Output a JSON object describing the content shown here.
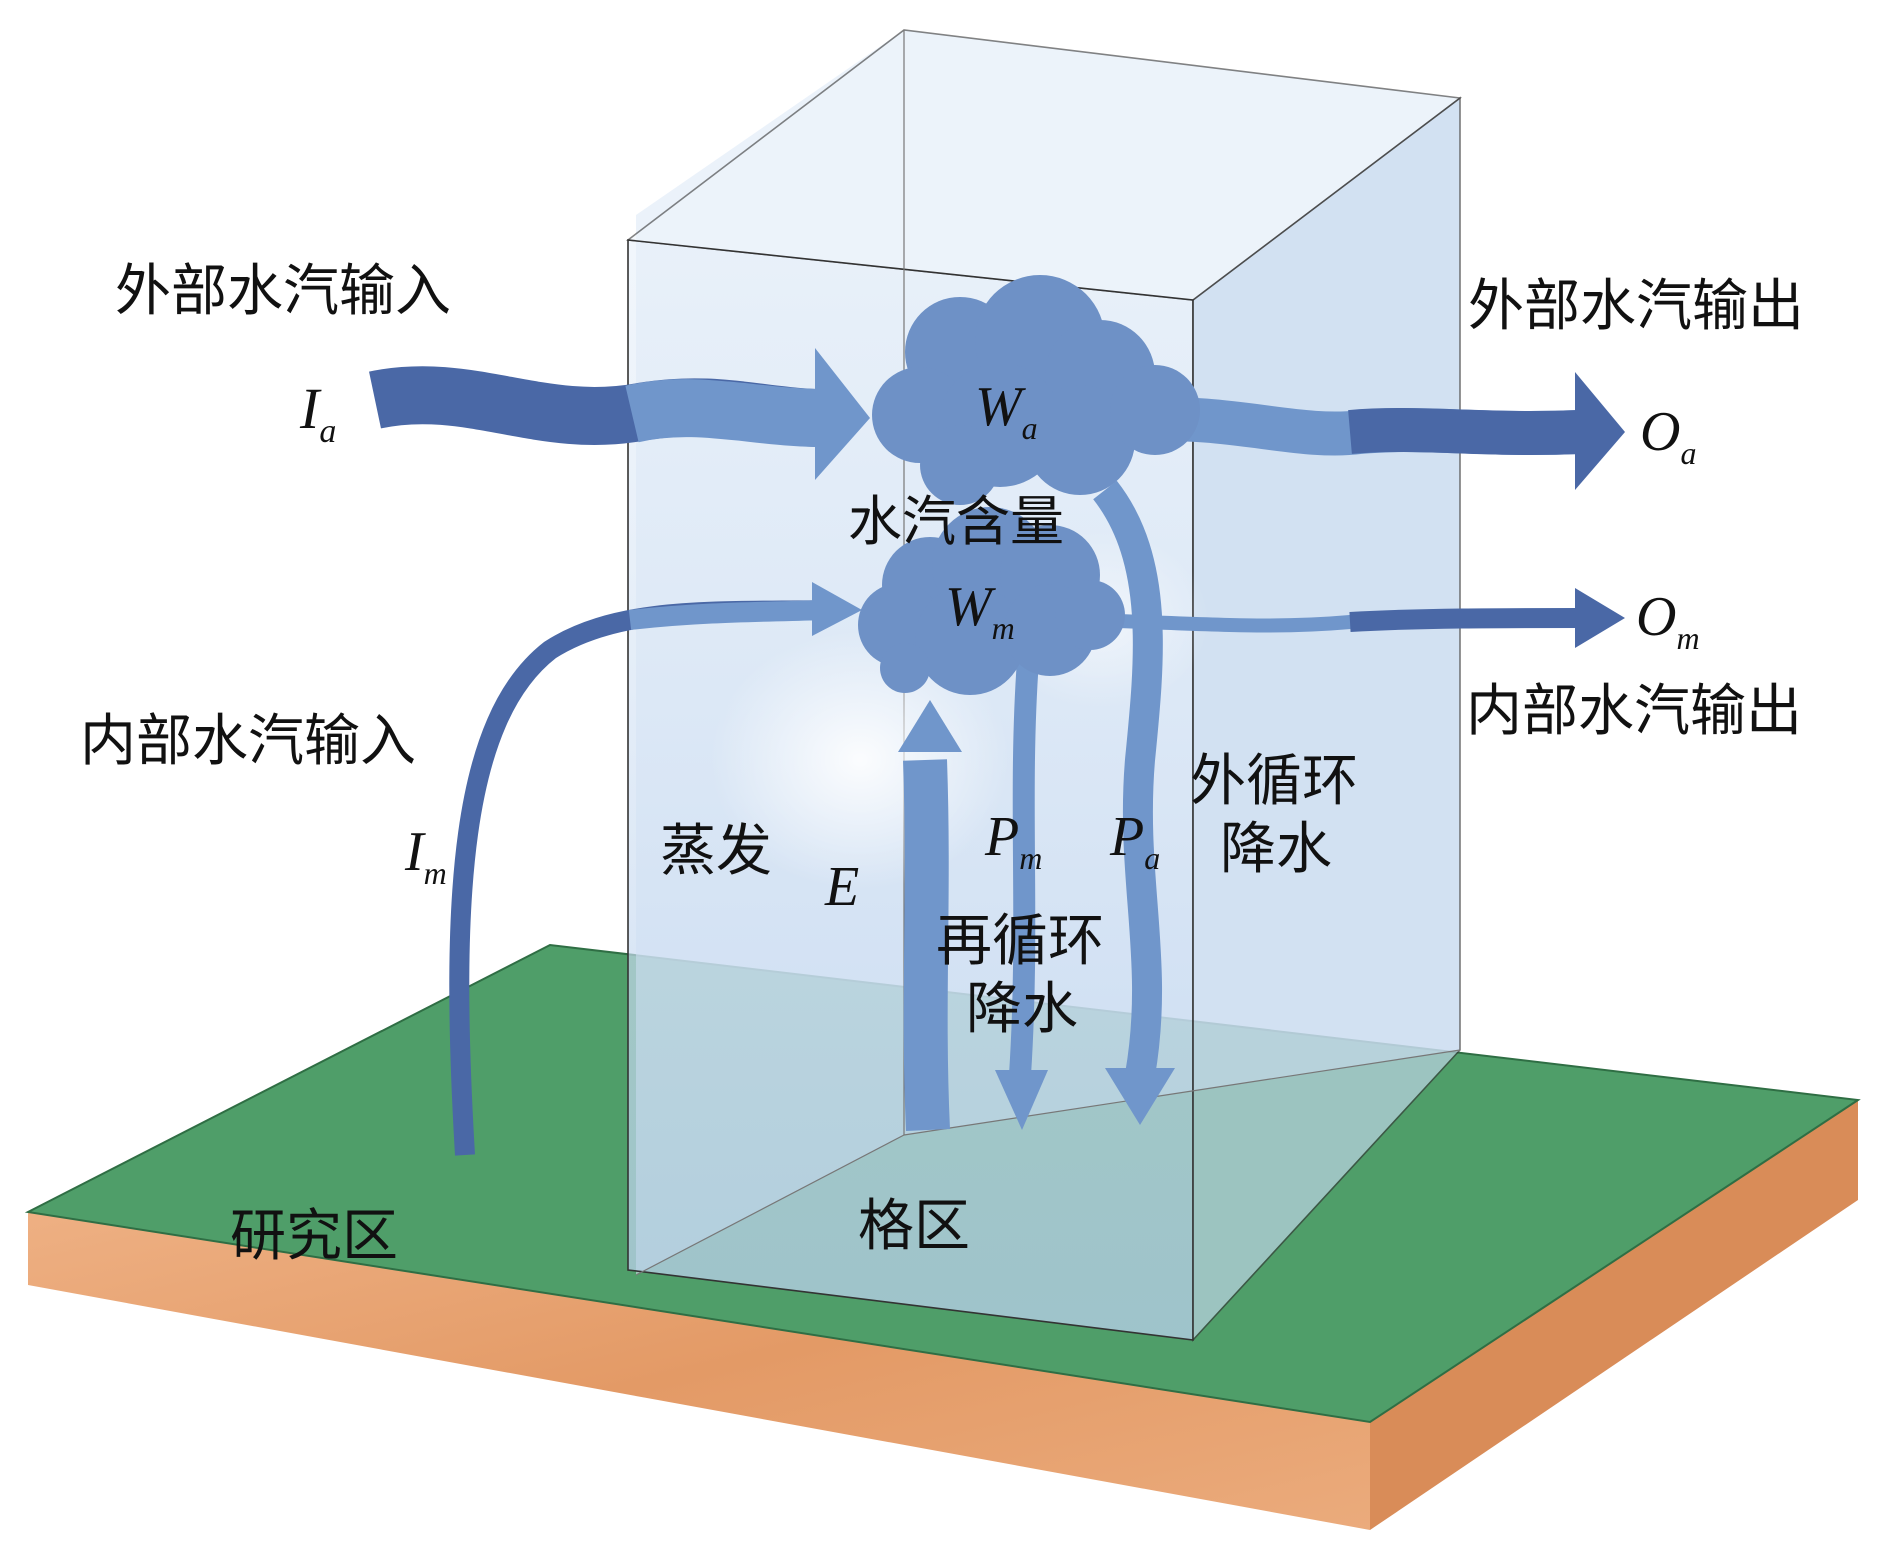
{
  "colors": {
    "ground_top": "#4f9e69",
    "soil": "#e8a070",
    "box_tint": "#c9dcf2",
    "flow_dark": "#4a68a6",
    "flow_light": "#6f93c8",
    "cloud": "#6e91c6"
  },
  "labels": {
    "external_input": "外部水汽输入",
    "external_output": "外部水汽输出",
    "internal_input": "内部水汽输入",
    "internal_output": "内部水汽输出",
    "vapor_content": "水汽含量",
    "evaporation": "蒸发",
    "external_cycle_line1": "外循环",
    "external_cycle_line2": "降水",
    "recycle_line1": "再循环",
    "recycle_line2": "降水",
    "study_area": "研究区",
    "grid_cell": "格区"
  },
  "symbols": {
    "Ia": {
      "main": "I",
      "sub": "a"
    },
    "Im": {
      "main": "I",
      "sub": "m"
    },
    "Wa": {
      "main": "W",
      "sub": "a"
    },
    "Wm": {
      "main": "W",
      "sub": "m"
    },
    "Oa": {
      "main": "O",
      "sub": "a"
    },
    "Om": {
      "main": "O",
      "sub": "m"
    },
    "Pm": {
      "main": "P",
      "sub": "m"
    },
    "Pa": {
      "main": "P",
      "sub": "a"
    },
    "E": {
      "main": "E",
      "sub": ""
    }
  }
}
